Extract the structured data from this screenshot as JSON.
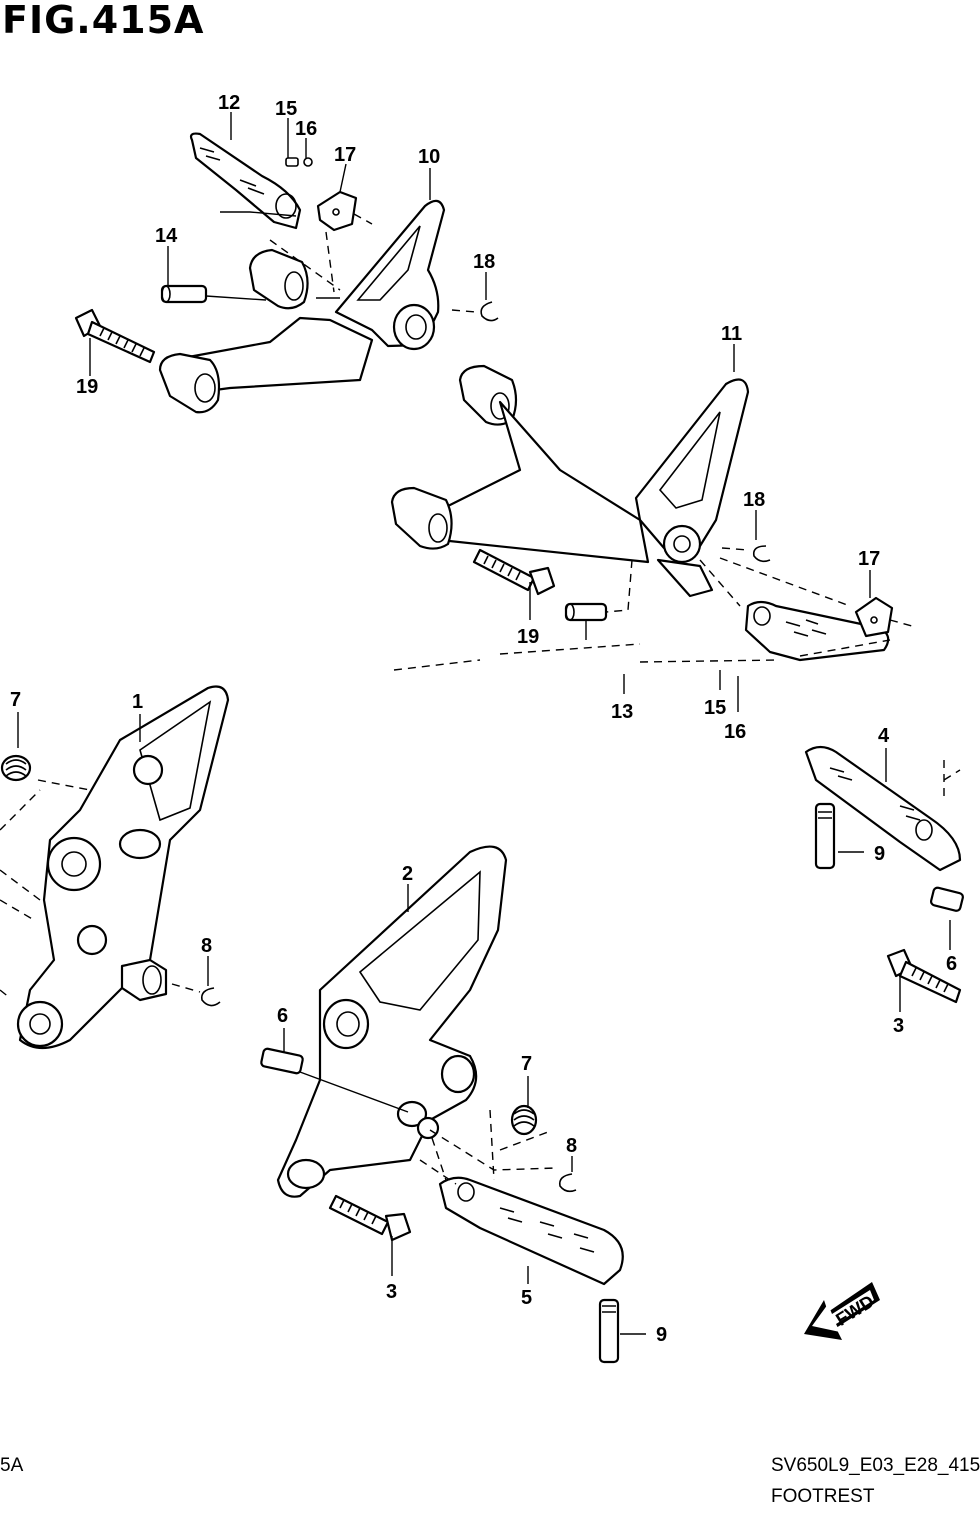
{
  "figure": {
    "title": "FIG.415A",
    "footer_left": "5A",
    "footer_code": "SV650L9_E03_E28_415",
    "footer_title": "FOOTREST"
  },
  "callouts": {
    "c1": "1",
    "c2": "2",
    "c3a": "3",
    "c3b": "3",
    "c4": "4",
    "c5": "5",
    "c6a": "6",
    "c6b": "6",
    "c7a": "7",
    "c7b": "7",
    "c8a": "8",
    "c8b": "8",
    "c9a": "9",
    "c9b": "9",
    "c10": "10",
    "c11": "11",
    "c12": "12",
    "c13": "13",
    "c14": "14",
    "c15a": "15",
    "c15b": "15",
    "c16a": "16",
    "c16b": "16",
    "c17a": "17",
    "c17b": "17",
    "c18a": "18",
    "c18b": "18",
    "c19a": "19",
    "c19b": "19"
  },
  "direction_arrow": {
    "label": "FWD"
  }
}
